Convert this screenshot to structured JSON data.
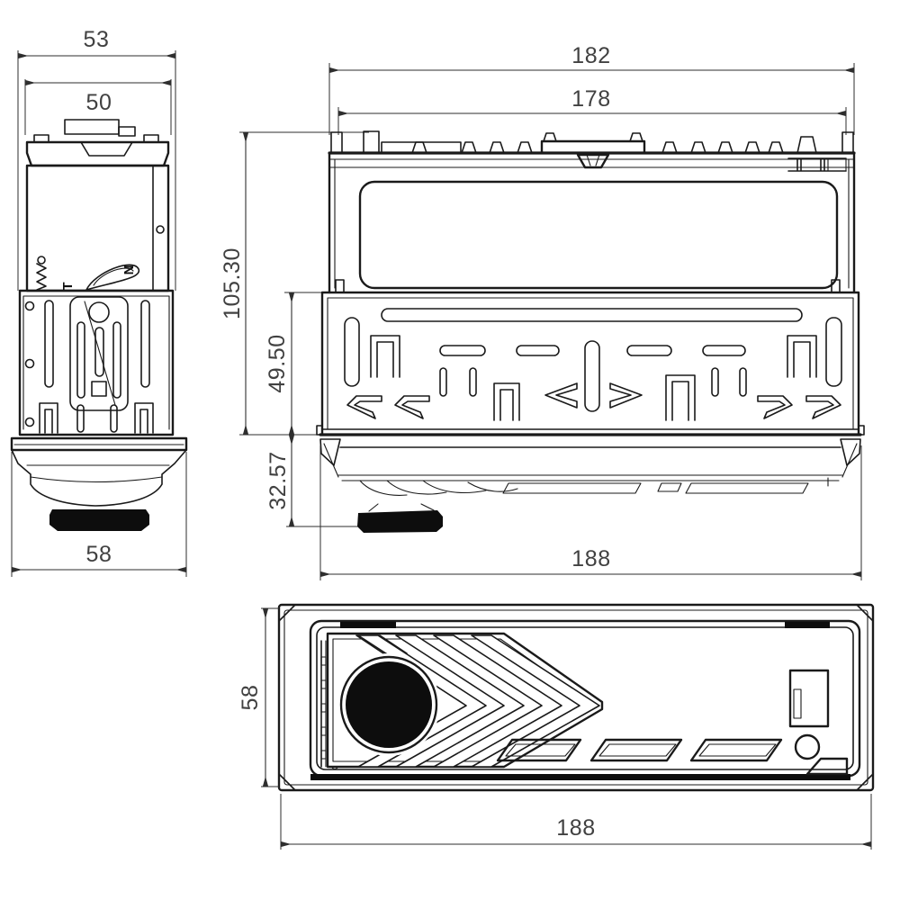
{
  "colors": {
    "line": "#1a1a1a",
    "dim_text": "#414141",
    "dark_fill": "#0d0d0d",
    "background": "#ffffff"
  },
  "side_view": {
    "width_top_outer": "53",
    "width_top_inner": "50",
    "width_bottom": "58",
    "marking_left": "T",
    "marking_right": "N"
  },
  "projection_dims": {
    "total_height": "105.30",
    "sleeve_height": "49.50",
    "front_depth": "32.57"
  },
  "rear_view": {
    "width_outer": "182",
    "width_inner": "178",
    "width_bottom": "188"
  },
  "front_view": {
    "height": "58",
    "width": "188"
  }
}
